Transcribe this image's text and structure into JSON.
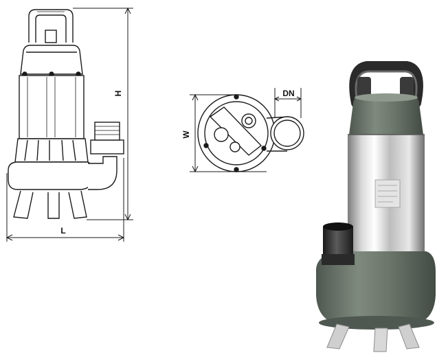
{
  "figure": {
    "labels": {
      "height": "H",
      "length": "L",
      "width": "W",
      "outlet_diameter": "DN"
    }
  },
  "colors": {
    "line": "#1a1a1a",
    "cast_iron_green": "#6f7a6e",
    "cast_iron_dark": "#4f5850",
    "stainless_light": "#f2f2f2",
    "stainless_dark": "#8a8a8a",
    "handle": "#2a2a2a"
  }
}
